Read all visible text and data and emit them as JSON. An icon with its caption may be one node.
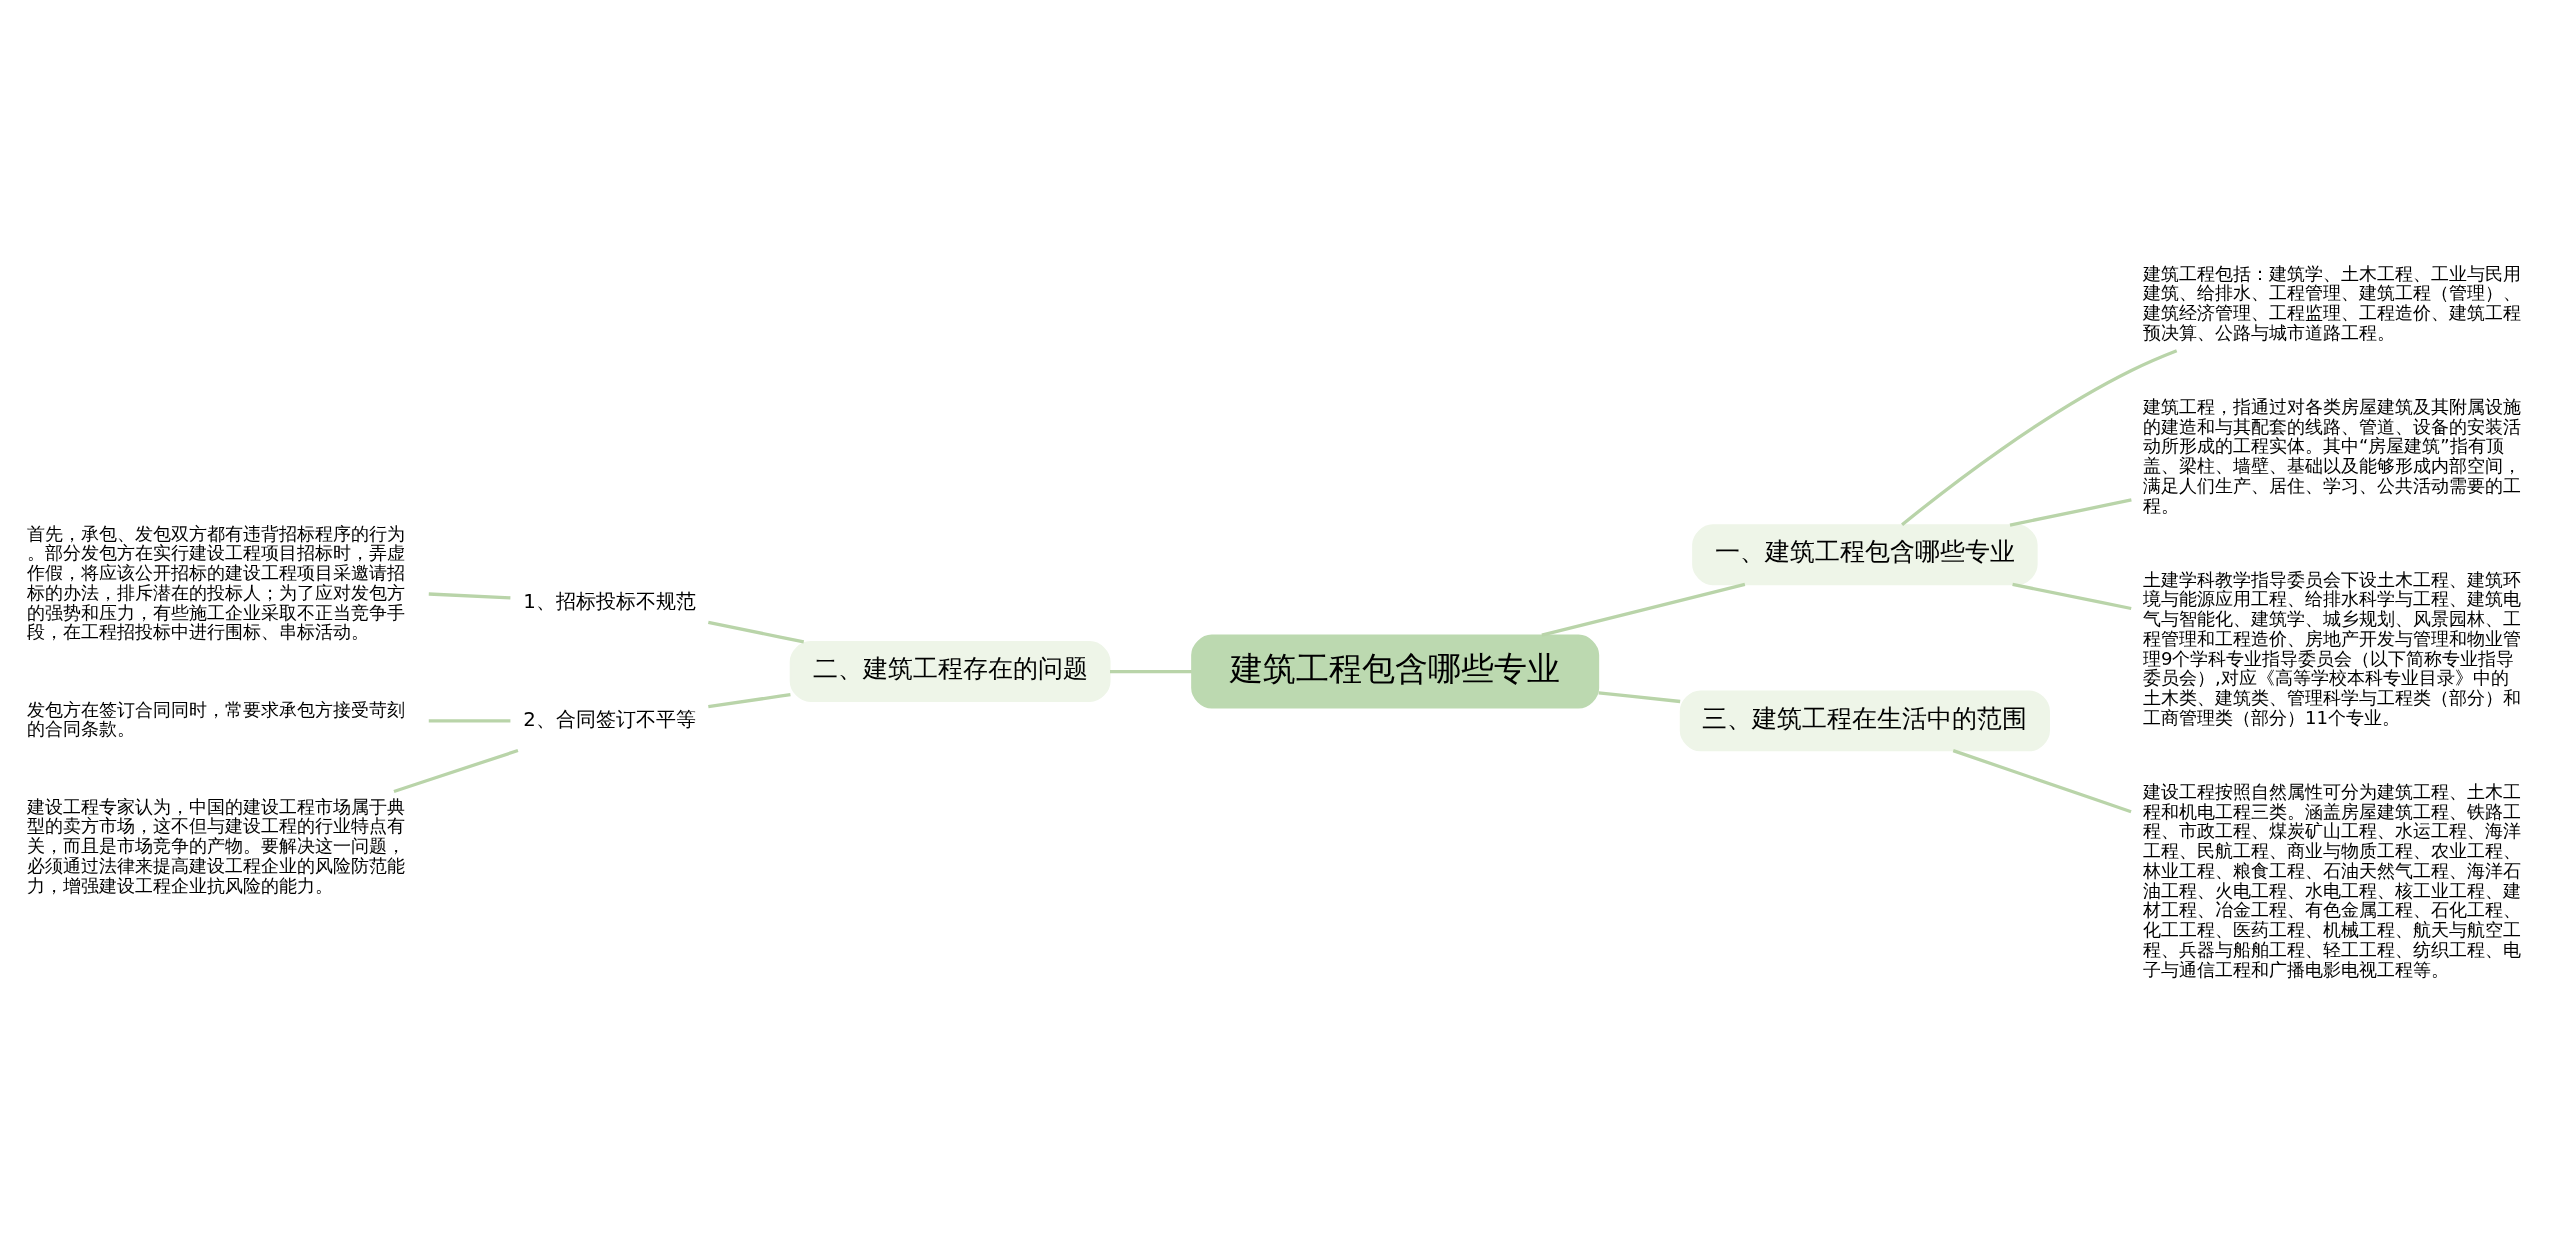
{
  "diagram": {
    "nodes": [
      {
        "text": [
          "建筑工程包含哪些专业"
        ]
      },
      {
        "text": [
          "一、建筑工程包含哪些专业"
        ]
      },
      {
        "text": [
          "建筑工程包括：建筑学、土木工程、工业与民用建筑、给排水、工程管理、建筑工程（管理）、建筑经济管理、工程监理、工程造价、建筑工程预决算、公路与城市道路工程。"
        ]
      },
      {
        "text": [
          "建筑工程，指通过对各类房屋建筑及其附属设施的建造和与其配套的线路、管道、设备的安装活动所形成的工程实体。其中“房屋建筑”指有顶盖、梁柱、墙壁、基础以及能够形成内部空间，满足人们生产、居住、学习、公共活动需要的工程。"
        ]
      },
      {
        "text": [
          "土建学科教学指导委员会下设土木工程、建筑环境与能源应用工程、给排水科学与工程、建筑电气与智能化、建筑学、城乡规划、风景园林、工程管理和工程造价、房地产开发与管理和物业管理9个学科专业指导委员会（以下简称专业指导委员会）,对应《高等学校本科专业目录》中的土木类、建筑类、管理科学与工程类（部分）和工商管理类（部分）11个专业。"
        ]
      },
      {
        "text": [
          "二、建筑工程存在的问题"
        ]
      },
      {
        "text": [
          "1、招标投标不规范"
        ]
      },
      {
        "text": [
          "首先，承包、发包双方都有违背招标程序的行为。部分发包方在实行建设工程项目招标时，弄虚作假，将应该公开招标的建设工程项目采邀请招标的办法，排斥潜在的投标人；为了应对发包方的强势和压力，有些施工企业采取不正当竞争手段，在工程招投标中进行围标、串标活动。"
        ]
      },
      {
        "text": [
          "2、合同签订不平等"
        ]
      },
      {
        "text": [
          "发包方在签订合同同时，常要求承包方接受苛刻的合同条款。"
        ]
      },
      {
        "text": [
          "建设工程专家认为，中国的建设工程市场属于典型的卖方市场，这不但与建设工程的行业特点有关，而且是市场竞争的产物。要解决这一问题，必须通过法律来提高建设工程企业的风险防范能力，增强建设工程企业抗风险的能力。"
        ]
      },
      {
        "text": [
          "三、建筑工程在生活中的范围"
        ]
      },
      {
        "text": [
          "建设工程按照自然属性可分为建筑工程、土木工程和机电工程三类。涵盖房屋建筑工程、铁路工程、市政工程、煤炭矿山工程、水运工程、海洋工程、民航工程、商业与物质工程、农业工程、林业工程、粮食工程、石油天然气工程、海洋石油工程、火电工程、水电工程、核工业工程、建材工程、冶金工程、有色金属工程、石化工程、化工工程、医药工程、机械工程、航天与航空工程、兵器与船舶工程、轻工工程、纺织工程、电子与通信工程和广播电影电视工程等。"
        ]
      }
    ],
    "edges": [
      {
        "from": 0,
        "to": 1,
        "arrow": "none"
      },
      {
        "from": 1,
        "to": 2,
        "arrow": "none"
      },
      {
        "from": 1,
        "to": 3,
        "arrow": "none"
      },
      {
        "from": 1,
        "to": 4,
        "arrow": "none"
      },
      {
        "from": 0,
        "to": 5,
        "arrow": "none"
      },
      {
        "from": 5,
        "to": 6,
        "arrow": "none"
      },
      {
        "from": 6,
        "to": 7,
        "arrow": "none"
      },
      {
        "from": 5,
        "to": 8,
        "arrow": "none"
      },
      {
        "from": 8,
        "to": 9,
        "arrow": "none"
      },
      {
        "from": 8,
        "to": 10,
        "arrow": "none"
      },
      {
        "from": 0,
        "to": 11,
        "arrow": "none"
      },
      {
        "from": 11,
        "to": 12,
        "arrow": "none"
      }
    ]
  }
}
